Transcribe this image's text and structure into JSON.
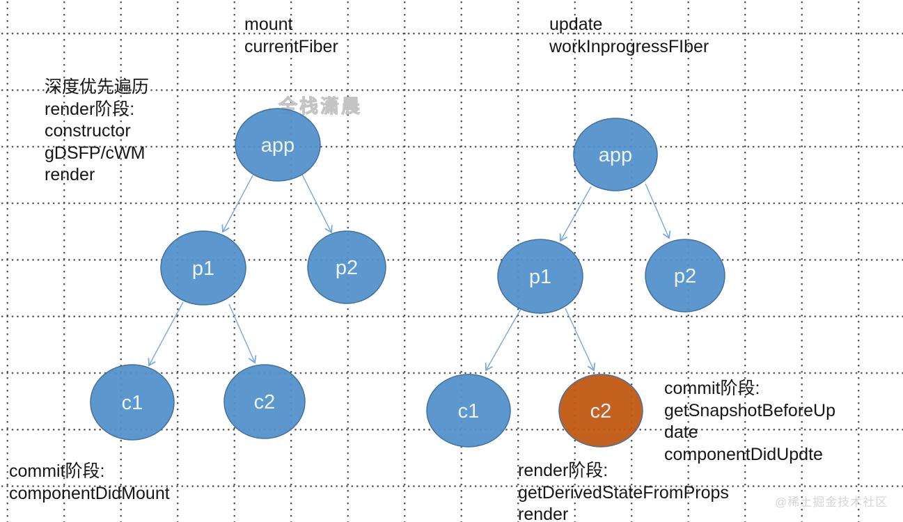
{
  "colors": {
    "node_blue": "#5392CB",
    "node_orange": "#C25912",
    "node_stroke": "#41719C",
    "arrow": "#74A9E2"
  },
  "headings": {
    "mount": {
      "lines": [
        "mount",
        "currentFiber"
      ]
    },
    "update": {
      "lines": [
        "update",
        "workInprogressFIber"
      ]
    }
  },
  "notes": {
    "dfs": {
      "lines": [
        "深度优先遍历",
        "render阶段:",
        "constructor",
        "gDSFP/cWM",
        "render"
      ]
    },
    "commit_mount": {
      "lines": [
        "commit阶段:",
        "componentDidMount"
      ]
    },
    "render_update": {
      "lines": [
        "render阶段:",
        "getDerivedStateFromProps",
        "render"
      ]
    },
    "commit_update": {
      "lines": [
        "commit阶段:",
        "getSnapshotBeforeUp",
        "date",
        "componentDidUpdte"
      ]
    }
  },
  "trees": {
    "mount": {
      "app": "app",
      "p1": "p1",
      "p2": "p2",
      "c1": "c1",
      "c2": "c2"
    },
    "update": {
      "app": "app",
      "p1": "p1",
      "p2": "p2",
      "c1": "c1",
      "c2": "c2"
    }
  },
  "watermarks": {
    "center": "全栈潇晨",
    "corner": "@稀土掘金技术社区"
  }
}
